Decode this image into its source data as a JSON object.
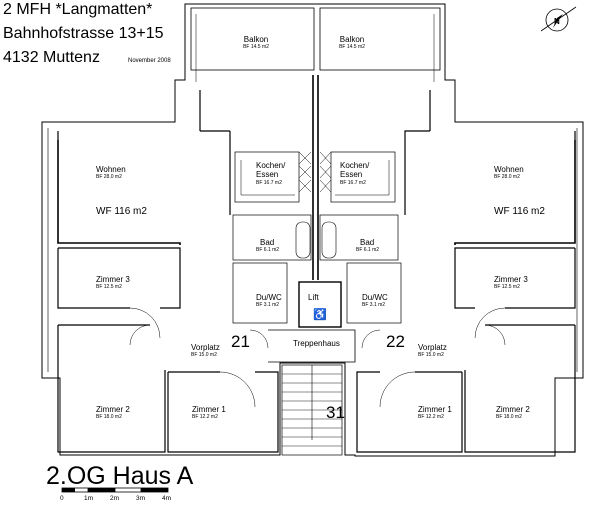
{
  "header": {
    "line1": "2 MFH *Langmatten*",
    "line2": "Bahnhofstrasse 13+15",
    "line3": "4132 Muttenz",
    "date": "November 2008"
  },
  "compass_letter": "N",
  "floor_label": "2.OG Haus A",
  "scale_labels": [
    "0",
    "1m",
    "2m",
    "3m",
    "4m"
  ],
  "apartments": [
    {
      "number": "21",
      "wf": "WF 116 m2",
      "rooms": [
        {
          "name": "Balkon",
          "area": "BF 14.5 m2"
        },
        {
          "name": "Wohnen",
          "area": "BF 28.0 m2"
        },
        {
          "name": "Kochen/",
          "name2": "Essen",
          "area": "BF 16.7 m2"
        },
        {
          "name": "Bad",
          "area": "BF 6.1 m2"
        },
        {
          "name": "Du/WC",
          "area": "BF 3.1 m2"
        },
        {
          "name": "Zimmer 3",
          "area": "BF 12.5 m2"
        },
        {
          "name": "Vorplatz",
          "area": "BF 15.0 m2"
        },
        {
          "name": "Zimmer 2",
          "area": "BF 18.0 m2"
        },
        {
          "name": "Zimmer 1",
          "area": "BF 12.2 m2"
        }
      ]
    },
    {
      "number": "22",
      "wf": "WF 116 m2",
      "rooms": [
        {
          "name": "Balkon",
          "area": "BF 14.5 m2"
        },
        {
          "name": "Wohnen",
          "area": "BF 28.0 m2"
        },
        {
          "name": "Kochen/",
          "name2": "Essen",
          "area": "BF 16.7 m2"
        },
        {
          "name": "Bad",
          "area": "BF 6.1 m2"
        },
        {
          "name": "Du/WC",
          "area": "BF 3.1 m2"
        },
        {
          "name": "Zimmer 3",
          "area": "BF 12.5 m2"
        },
        {
          "name": "Vorplatz",
          "area": "BF 15.0 m2"
        },
        {
          "name": "Zimmer 1",
          "area": "BF 12.2 m2"
        },
        {
          "name": "Zimmer 2",
          "area": "BF 18.0 m2"
        }
      ]
    }
  ],
  "core": {
    "lift": "Lift",
    "stair": "Treppenhaus",
    "stair_number": "31"
  }
}
